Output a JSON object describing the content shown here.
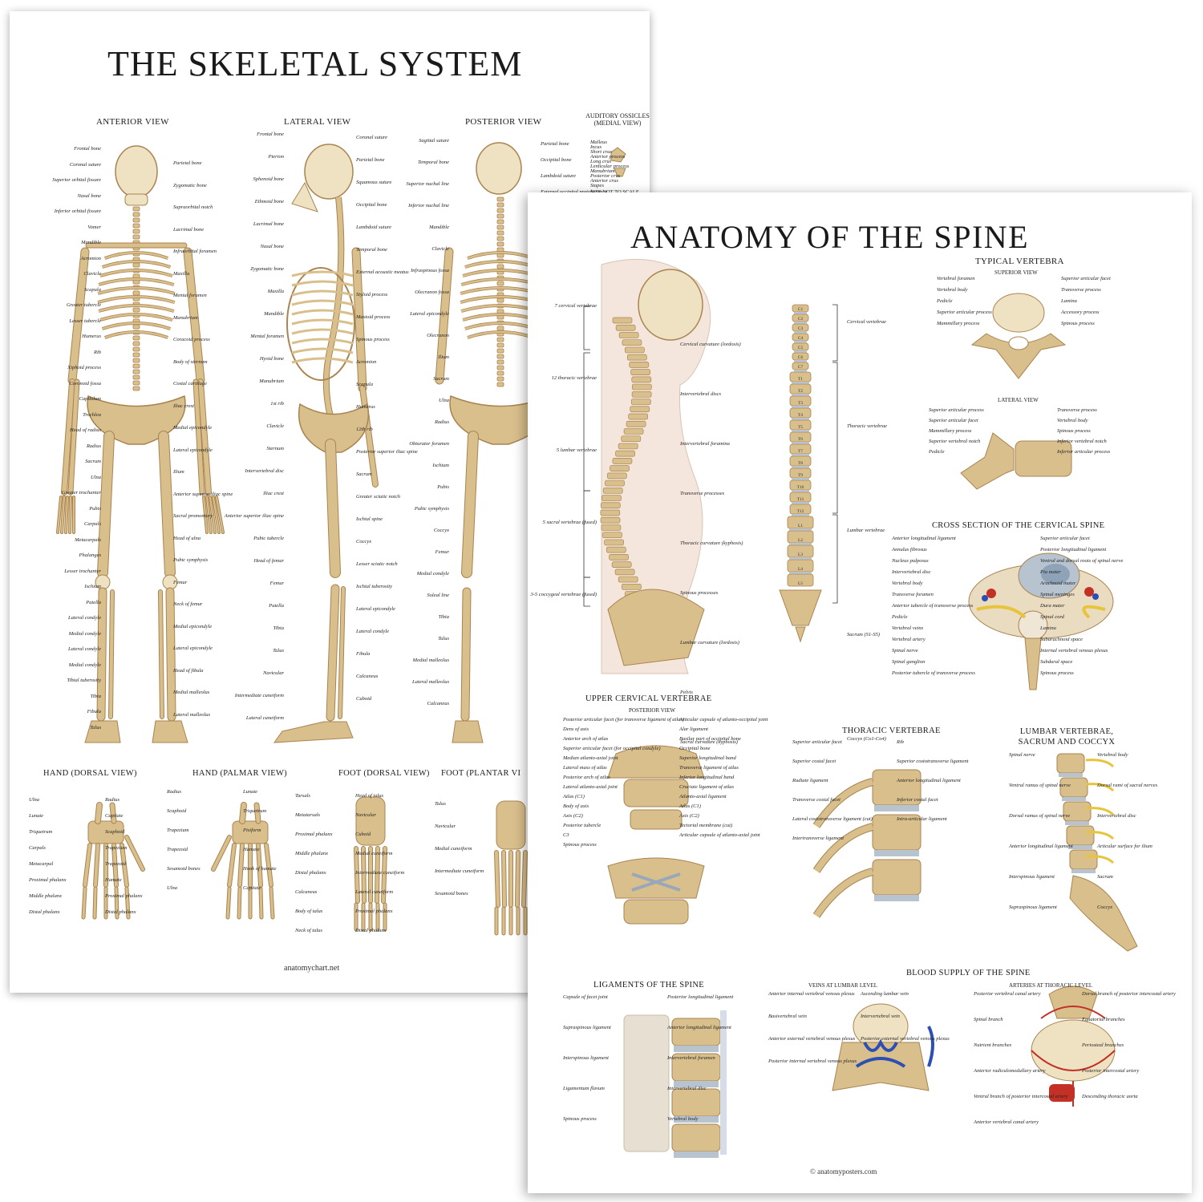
{
  "skeletal": {
    "title": "THE SKELETAL SYSTEM",
    "views": {
      "anterior": "ANTERIOR VIEW",
      "lateral": "LATERAL VIEW",
      "posterior": "POSTERIOR VIEW",
      "ossicles": "AUDITORY OSSICLES (MEDIAL VIEW)",
      "ossicles_note": "SIZE NOT TO SCALE"
    },
    "hands_feet": {
      "hand_dorsal": "HAND (DORSAL VIEW)",
      "hand_palmar": "HAND (PALMAR VIEW)",
      "foot_dorsal": "FOOT (DORSAL VIEW)",
      "foot_plantar": "FOOT (PLANTAR VI"
    },
    "anterior_labels_left": [
      "Frontal bone",
      "Coronal suture",
      "Superior orbital fissure",
      "Nasal bone",
      "Inferior orbital fissure",
      "Vomer",
      "Mandible",
      "Acromion",
      "Clavicle",
      "Scapula",
      "Greater tubercle",
      "Lesser tubercle",
      "Humerus",
      "Rib",
      "Xiphoid process",
      "Coronoid fossa",
      "Capitulum",
      "Trochlea",
      "Head of radius",
      "Radius",
      "Sacrum",
      "Ulna",
      "Greater trochanter",
      "Pubis",
      "Carpals",
      "Metacarpals",
      "Phalanges",
      "Lesser trochanter",
      "Ischium",
      "Patella",
      "Lateral condyle",
      "Medial condyle",
      "Lateral condyle",
      "Medial condyle",
      "Tibial tuberosity",
      "Tibia",
      "Fibula",
      "Talus"
    ],
    "anterior_labels_right": [
      "Parietal bone",
      "Zygomatic bone",
      "Supraorbital notch",
      "Lacrimal bone",
      "Infraorbital foramen",
      "Maxilla",
      "Mental foramen",
      "Manubrium",
      "Coracoid process",
      "Body of sternum",
      "Costal cartilage",
      "Iliac crest",
      "Medial epicondyle",
      "Lateral epicondyle",
      "Ilium",
      "Anterior superior iliac spine",
      "Sacral promontory",
      "Head of ulna",
      "Pubic symphysis",
      "Femur",
      "Neck of femur",
      "Medial epicondyle",
      "Lateral epicondyle",
      "Head of fibula",
      "Medial malleolus",
      "Lateral malleolus"
    ],
    "lateral_labels_left": [
      "Frontal bone",
      "Pterion",
      "Sphenoid bone",
      "Ethmoid bone",
      "Lacrimal bone",
      "Nasal bone",
      "Zygomatic bone",
      "Maxilla",
      "Mandible",
      "Mental foramen",
      "Hyoid bone",
      "Manubrium",
      "1st rib",
      "Clavicle",
      "Sternum",
      "Intervertebral disc",
      "Iliac crest",
      "Anterior superior iliac spine",
      "Pubic tubercle",
      "Head of femur",
      "Femur",
      "Patella",
      "Tibia",
      "Talus",
      "Navicular",
      "Intermediate cuneiform",
      "Lateral cuneiform"
    ],
    "lateral_labels_right": [
      "Coronal suture",
      "Parietal bone",
      "Squamous suture",
      "Occipital bone",
      "Lambdoid suture",
      "Temporal bone",
      "External acoustic meatus",
      "Styloid process",
      "Mastoid process",
      "Spinous process",
      "Acromion",
      "Scapula",
      "Humerus",
      "12th rib",
      "Posterior superior iliac spine",
      "Sacrum",
      "Greater sciatic notch",
      "Ischial spine",
      "Coccyx",
      "Lesser sciatic notch",
      "Ischial tuberosity",
      "Lateral epicondyle",
      "Lateral condyle",
      "Fibula",
      "Calcaneus",
      "Cuboid"
    ],
    "posterior_labels_left": [
      "Sagittal suture",
      "Temporal bone",
      "Superior nuchal line",
      "Inferior nuchal line",
      "Mandible",
      "Clavicle",
      "Infraspinous fossa",
      "Olecranon fossa",
      "Lateral epicondyle",
      "Olecranon",
      "Ilium",
      "Sacrum",
      "Ulna",
      "Radius",
      "Obturator foramen",
      "Ischium",
      "Pubis",
      "Pubic symphysis",
      "Coccyx",
      "Femur",
      "Medial condyle",
      "Soleal line",
      "Tibia",
      "Talus",
      "Medial malleolus",
      "Lateral malleolus",
      "Calcaneus"
    ],
    "posterior_labels_right": [
      "Parietal bone",
      "Occipital bone",
      "Lambdoid suture",
      "External occipital protuberance"
    ],
    "ossicle_labels": [
      "Malleus",
      "Incus",
      "Short crus",
      "Anterior process",
      "Long crus",
      "Lenticular process",
      "Manubrium",
      "Posterior crus",
      "Anterior crus",
      "Stapes"
    ],
    "hand_dorsal_labels": [
      "Ulna",
      "Lunate",
      "Triquetrum",
      "Carpals",
      "Metacarpal",
      "Proximal phalanx",
      "Middle phalanx",
      "Distal phalanx",
      "Radius",
      "Capitate",
      "Scaphoid",
      "Trapezium",
      "Trapezoid",
      "Hamate",
      "Proximal phalanx",
      "Distal phalanx"
    ],
    "hand_palmar_labels": [
      "Radius",
      "Scaphoid",
      "Trapezium",
      "Trapezoid",
      "Sesamoid bones",
      "Ulna",
      "Lunate",
      "Triquetrum",
      "Pisiform",
      "Hamate",
      "Hook of hamate",
      "Capitate"
    ],
    "foot_dorsal_labels": [
      "Tarsals",
      "Metatarsals",
      "Proximal phalanx",
      "Middle phalanx",
      "Distal phalanx",
      "Calcaneus",
      "Body of talus",
      "Neck of talus",
      "Head of talus",
      "Navicular",
      "Cuboid",
      "Medial cuneiform",
      "Intermediate cuneiform",
      "Lateral cuneiform",
      "Proximal phalanx",
      "Distal phalanx"
    ],
    "foot_plantar_labels": [
      "Talus",
      "Navicular",
      "Medial cuneiform",
      "Intermediate cuneiform",
      "Sesamoid bones"
    ],
    "credit": "anatomychart.net"
  },
  "spine": {
    "title": "ANATOMY OF THE SPINE",
    "typical_vertebra": {
      "heading": "TYPICAL VERTEBRA",
      "superior_view": "SUPERIOR VIEW",
      "lateral_view": "LATERAL VIEW",
      "superior_labels": [
        "Vertebral foramen",
        "Vertebral body",
        "Pedicle",
        "Superior articular process",
        "Mammillary process",
        "Superior articular facet",
        "Transverse process",
        "Lamina",
        "Accessory process",
        "Spinous process"
      ],
      "lateral_labels": [
        "Superior articular process",
        "Superior articular facet",
        "Mammillary process",
        "Superior vertebral notch",
        "Pedicle",
        "Transverse process",
        "Vertebral body",
        "Spinous process",
        "Inferior vertebral notch",
        "Inferior articular process"
      ]
    },
    "side_view_labels_left": [
      "7 cervical vertebrae",
      "12 thoracic vertebrae",
      "5 lumbar vertebrae",
      "5 sacral vertebrae (fused)",
      "3-5 coccygeal vertebrae (fused)"
    ],
    "side_view_labels_right": [
      "Cervical curvature (lordosis)",
      "Intervertebral discs",
      "Intervertebral foramina",
      "Transverse processes",
      "Thoracic curvature (kyphosis)",
      "Spinous processes",
      "Lumbar curvature (lordosis)",
      "Pelvis",
      "Sacral curvature (kyphosis)"
    ],
    "column_labels": [
      "Cervical vertebrae",
      "Thoracic vertebrae",
      "Lumbar vertebrae",
      "Sacrum (S1-S5)",
      "Coccyx (Co1-Co4)"
    ],
    "column_vertebra_tags": [
      "C1",
      "C2",
      "C3",
      "C4",
      "C5",
      "C6",
      "C7",
      "T1",
      "T2",
      "T3",
      "T4",
      "T5",
      "T6",
      "T7",
      "T8",
      "T9",
      "T10",
      "T11",
      "T12",
      "L1",
      "L2",
      "L3",
      "L4",
      "L5"
    ],
    "cross_section": {
      "heading": "CROSS SECTION OF THE CERVICAL SPINE",
      "labels": [
        "Anterior longitudinal ligament",
        "Annulus fibrosus",
        "Nucleus pulposus",
        "Intervertebral disc",
        "Vertebral body",
        "Transverse foramen",
        "Anterior tubercle of transverse process",
        "Pedicle",
        "Vertebral veins",
        "Vertebral artery",
        "Spinal nerve",
        "Spinal ganglion",
        "Posterior tubercle of transverse process",
        "Superior articular facet",
        "Posterior longitudinal ligament",
        "Ventral and dorsal roots of spinal nerve",
        "Pia mater",
        "Arachnoid mater",
        "Spinal meninges",
        "Dura mater",
        "Spinal cord",
        "Lamina",
        "Subarachnoid space",
        "Internal vertebral venous plexus",
        "Subdural space",
        "Spinous process"
      ]
    },
    "upper_cervical": {
      "heading": "UPPER CERVICAL VERTEBRAE",
      "sub": "POSTERIOR VIEW",
      "labels": [
        "Posterior articular facet (for transverse ligament of atlas)",
        "Dens of axis",
        "Anterior arch of atlas",
        "Superior articular facet (for occipital condyle)",
        "Median atlanto-axial joint",
        "Lateral mass of atlas",
        "Posterior arch of atlas",
        "Lateral atlanto-axial joint",
        "Atlas (C1)",
        "Body of axis",
        "Axis (C2)",
        "Posterior tubercle",
        "C3",
        "Spinous process",
        "Articular capsule of atlanto-occipital joint",
        "Alar ligament",
        "Basilar part of occipital bone",
        "Occipital bone",
        "Superior longitudinal band",
        "Transverse ligament of atlas",
        "Inferior longitudinal band",
        "Cruciate ligament of atlas",
        "Atlanto-axial ligament",
        "Atlas (C1)",
        "Axis (C2)",
        "Tectorial membrane (cut)",
        "Articular capsule of atlanto-axial joint"
      ]
    },
    "thoracic": {
      "heading": "THORACIC VERTEBRAE",
      "labels": [
        "Superior articular facet",
        "Superior costal facet",
        "Radiate ligament",
        "Transverse costal facet",
        "Lateral costotransverse ligament (cut)",
        "Intertransverse ligament",
        "Rib",
        "Superior costotransverse ligament",
        "Anterior longitudinal ligament",
        "Inferior costal facet",
        "Intra-articular ligament"
      ]
    },
    "lumbar": {
      "heading": "LUMBAR VERTEBRAE, SACRUM AND COCCYX",
      "labels": [
        "Spinal nerve",
        "Ventral ramus of spinal nerve",
        "Dorsal ramus of spinal nerve",
        "Anterior longitudinal ligament",
        "Interspinous ligament",
        "Supraspinous ligament",
        "Vertebral body",
        "Dorsal rami of sacral nerves",
        "Intervertebral disc",
        "Articular surface for ilium",
        "Sacrum",
        "Coccyx"
      ]
    },
    "ligaments": {
      "heading": "LIGAMENTS OF THE SPINE",
      "labels": [
        "Capsule of facet joint",
        "Supraspinous ligament",
        "Interspinous ligament",
        "Ligamentum flavum",
        "Spinous process",
        "Posterior longitudinal ligament",
        "Anterior longitudinal ligament",
        "Intervertebral foramen",
        "Intervertebral disc",
        "Vertebral body"
      ]
    },
    "blood_supply": {
      "heading": "BLOOD SUPPLY OF THE SPINE",
      "veins_sub": "VEINS AT LUMBAR LEVEL",
      "arteries_sub": "ARTERIES AT THORACIC LEVEL",
      "vein_labels": [
        "Anterior internal vertebral venous plexus",
        "Basivertebral vein",
        "Anterior external vertebral venous plexus",
        "Posterior internal vertebral venous plexus",
        "Ascending lumbar vein",
        "Intervertebral vein",
        "Posterior external vertebral venous plexus"
      ],
      "artery_labels": [
        "Posterior vertebral canal artery",
        "Spinal branch",
        "Nutrient branches",
        "Anterior radiculomedullary artery",
        "Ventral branch of posterior intercostal artery",
        "Anterior vertebral canal artery",
        "Dorsal branch of posterior intercostal artery",
        "Equatorial branches",
        "Periosteal branches",
        "Posterior intercostal artery",
        "Descending thoracic aorta"
      ]
    },
    "credit": "© anatomyposters.com"
  },
  "colors": {
    "bone": "#d9bf8c",
    "bone_dark": "#a98450",
    "bone_light": "#efe2c2",
    "disc": "#b7c3cf",
    "skin": "#f4e6dc",
    "vein": "#2d4fb3",
    "artery": "#c23026",
    "nerve": "#e8c43a"
  }
}
